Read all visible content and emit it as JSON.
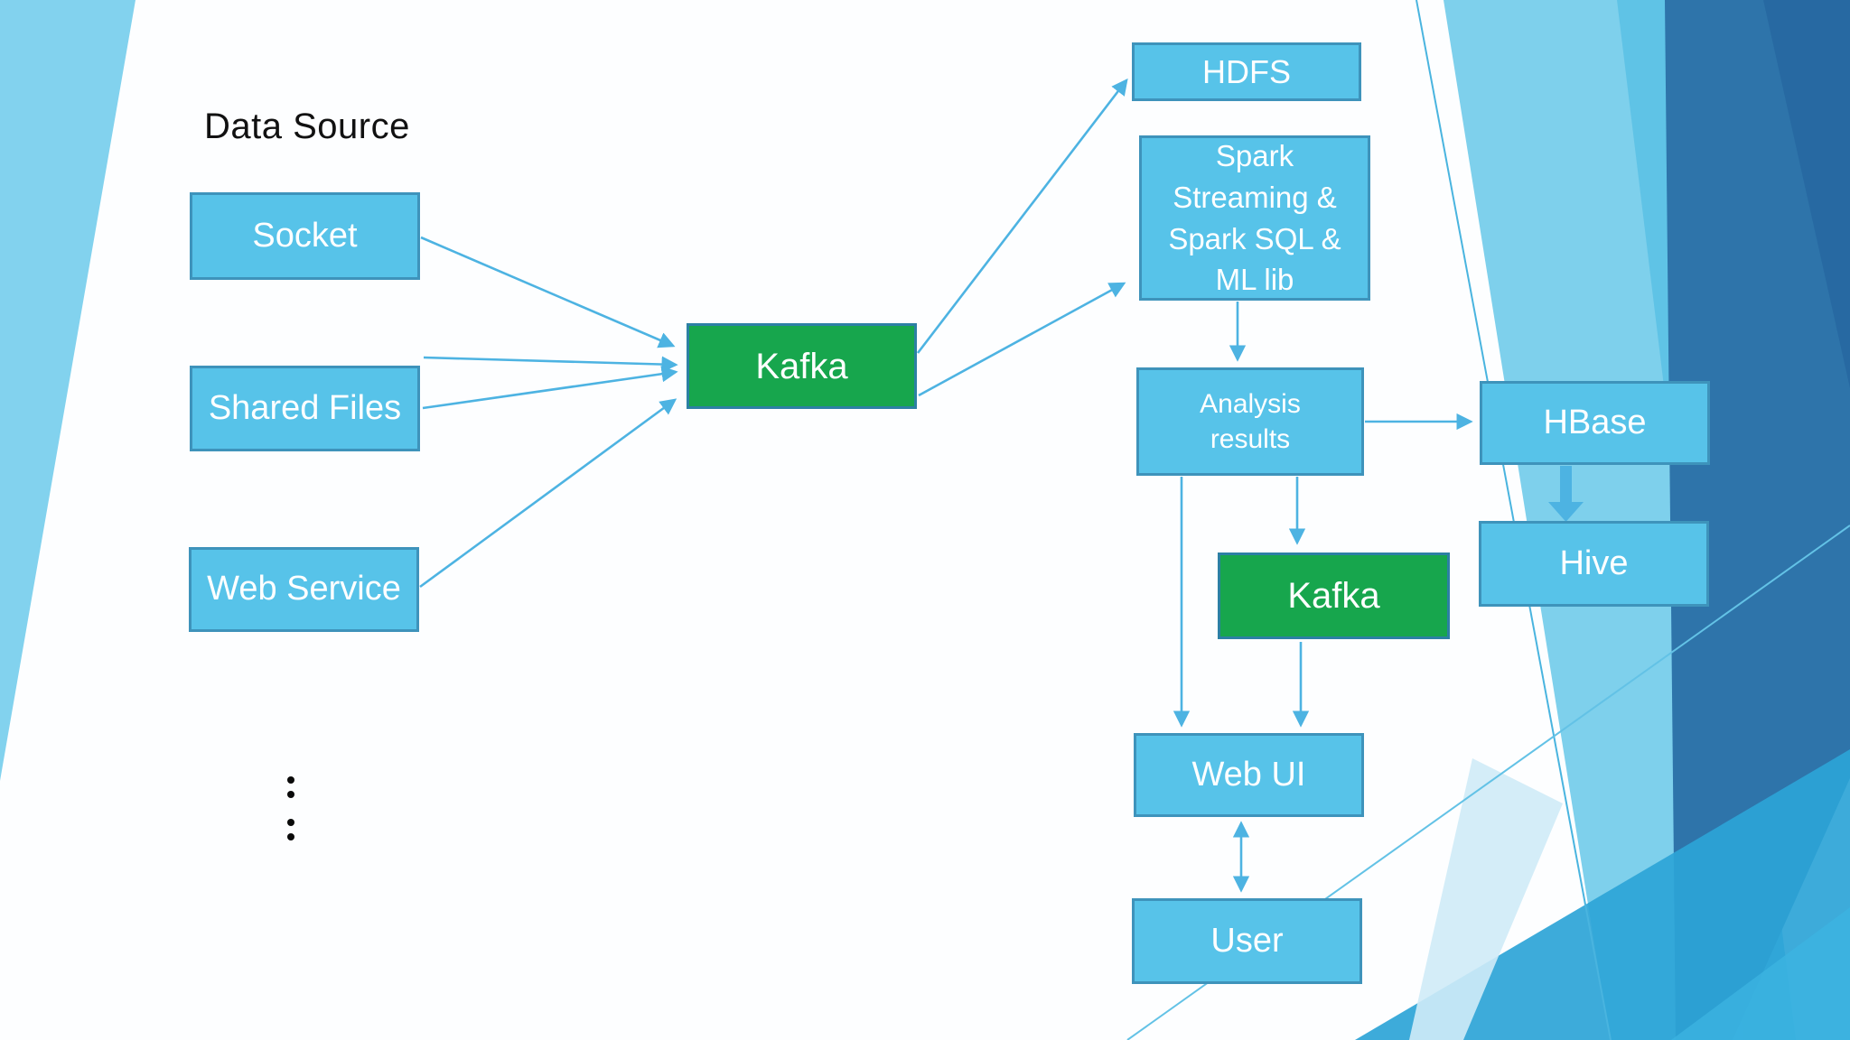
{
  "slide": {
    "section_label": "Data Source",
    "nodes": {
      "socket": {
        "label": "Socket"
      },
      "shared_files": {
        "label": "Shared Files"
      },
      "web_service": {
        "label": "Web Service"
      },
      "kafka_ingest": {
        "label": "Kafka"
      },
      "hdfs": {
        "label": "HDFS"
      },
      "spark": {
        "label": "Spark\nStreaming &\nSpark SQL &\nML lib"
      },
      "analysis_results": {
        "label": "Analysis\nresults"
      },
      "hbase": {
        "label": "HBase"
      },
      "hive": {
        "label": "Hive"
      },
      "kafka_publish": {
        "label": "Kafka"
      },
      "web_ui": {
        "label": "Web UI"
      },
      "user": {
        "label": "User"
      }
    },
    "ellipsis": {
      "dot_count": 4
    },
    "colors": {
      "box_fill": "#57C3E9",
      "box_border": "#3E93BB",
      "kafka_fill": "#17A64D",
      "kafka_border": "#2C80A4",
      "arrow": "#4DB3E2",
      "label_text": "#111111",
      "bg_light": "#7ED0EC",
      "bg_mid": "#5CC1E5",
      "bg_dark": "#2E74AA",
      "bg_teal": "#2CA4D7",
      "bg_pale": "#CFEBF7"
    }
  }
}
